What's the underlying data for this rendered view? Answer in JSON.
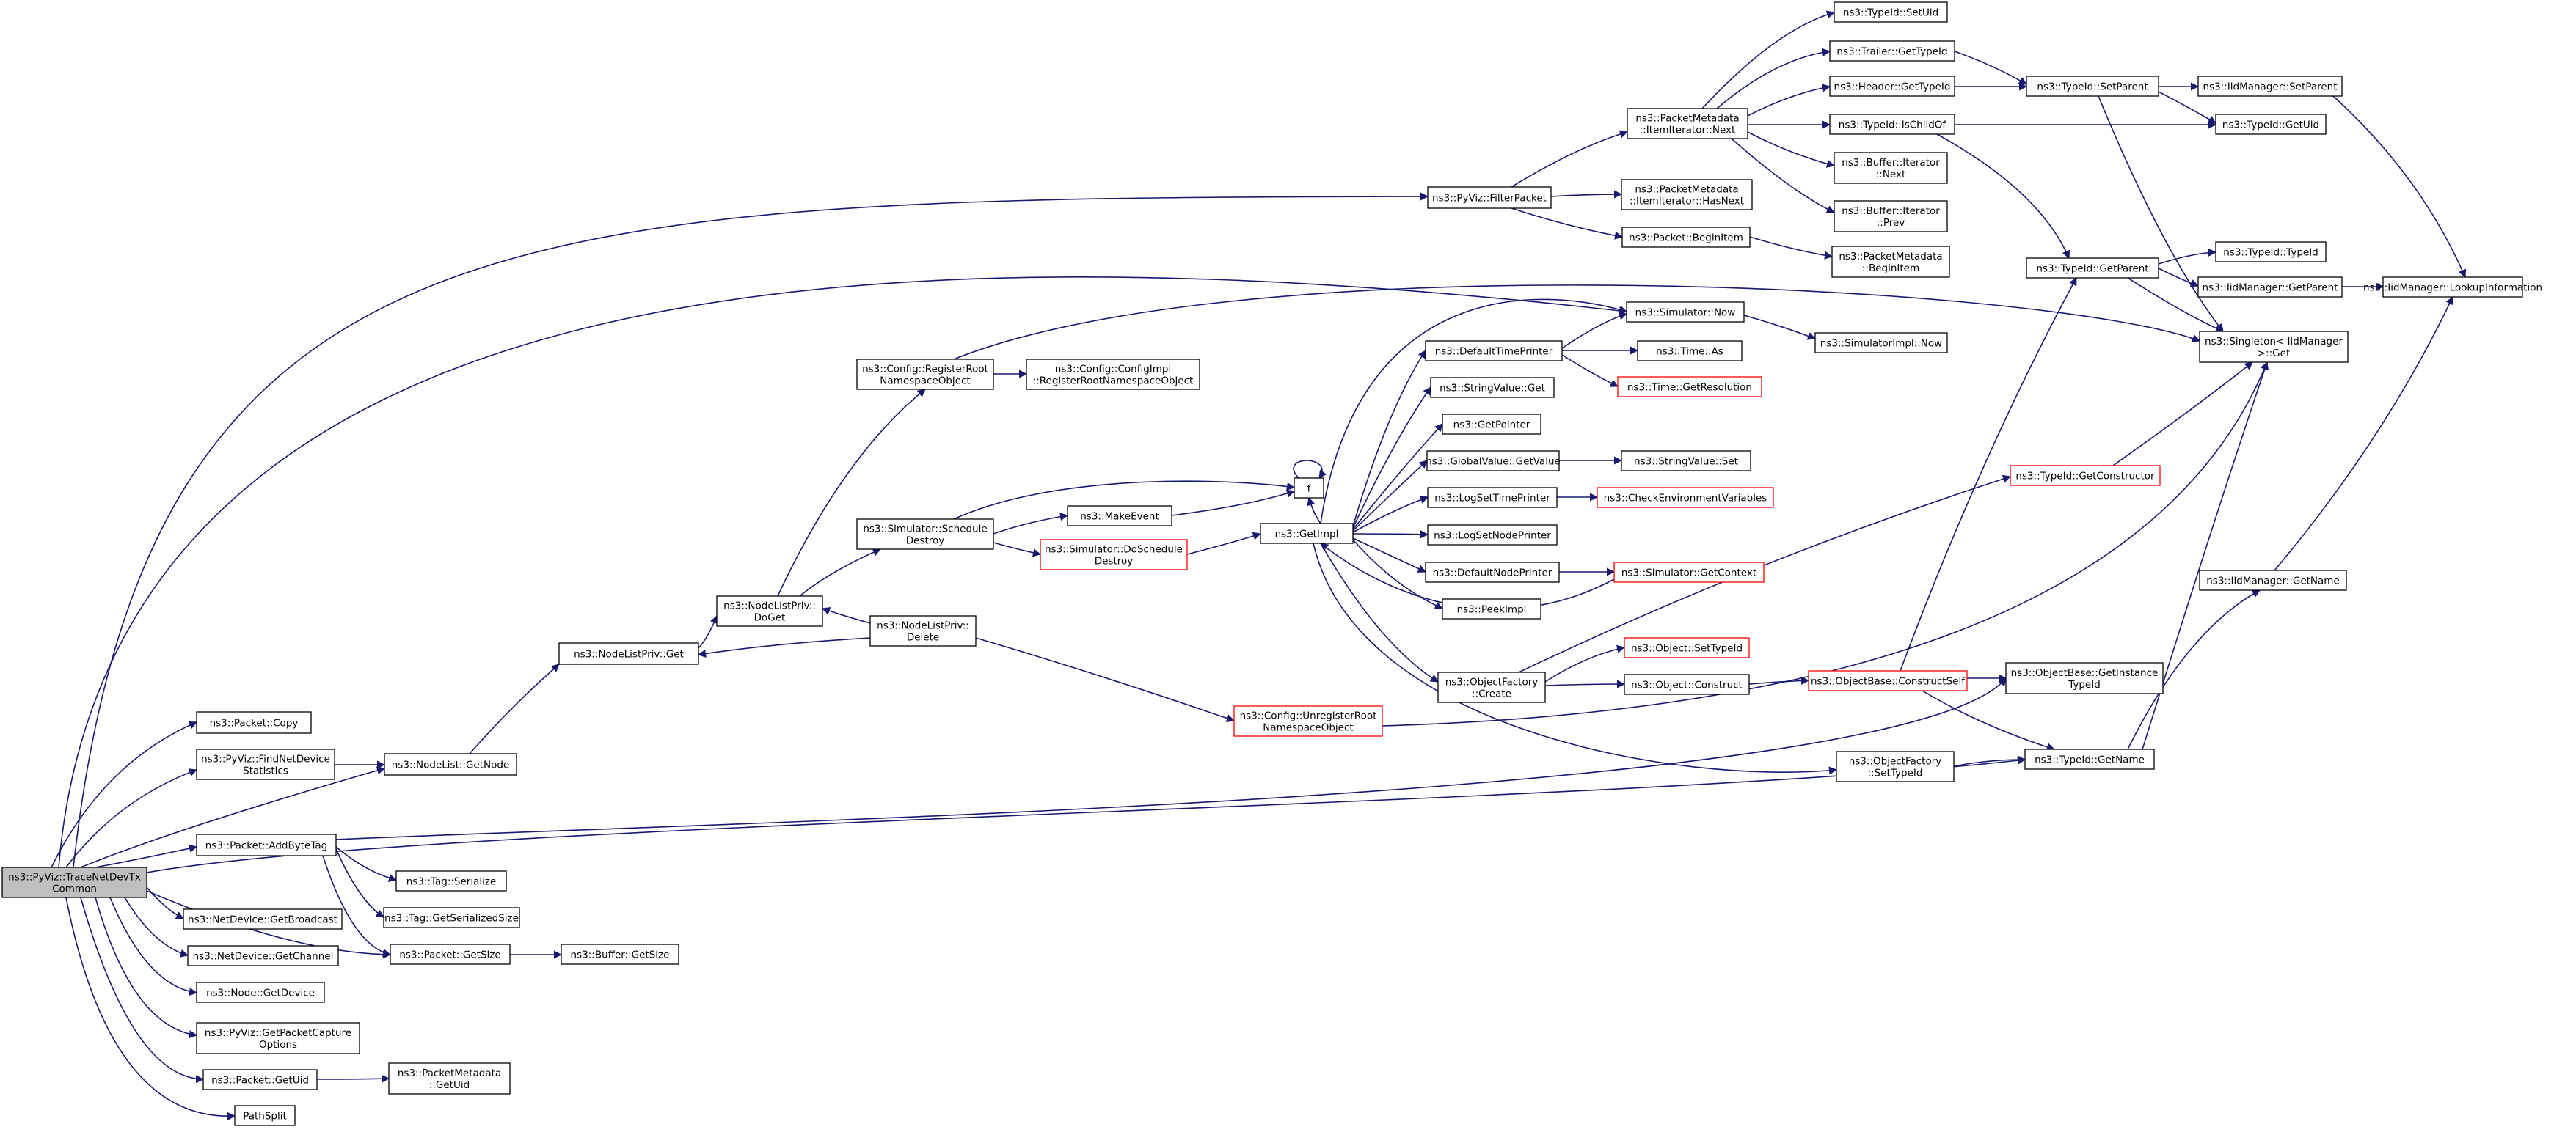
{
  "nodes": {
    "root": {
      "lines": [
        "ns3::PyViz::TraceNetDevTx",
        "Common"
      ],
      "style": "root"
    },
    "copy": {
      "lines": [
        "ns3::Packet::Copy"
      ]
    },
    "findnetdev": {
      "lines": [
        "ns3::PyViz::FindNetDevice",
        "Statistics"
      ]
    },
    "addbytetag": {
      "lines": [
        "ns3::Packet::AddByteTag"
      ]
    },
    "getbroadcast": {
      "lines": [
        "ns3::NetDevice::GetBroadcast"
      ]
    },
    "getchannel": {
      "lines": [
        "ns3::NetDevice::GetChannel"
      ]
    },
    "getdevice": {
      "lines": [
        "ns3::Node::GetDevice"
      ]
    },
    "getpcap": {
      "lines": [
        "ns3::PyViz::GetPacketCapture",
        "Options"
      ]
    },
    "getuid": {
      "lines": [
        "ns3::Packet::GetUid"
      ]
    },
    "pathsplit": {
      "lines": [
        "PathSplit"
      ]
    },
    "nodelistget": {
      "lines": [
        "ns3::NodeList::GetNode"
      ]
    },
    "tagserialize": {
      "lines": [
        "ns3::Tag::Serialize"
      ]
    },
    "taggetsersize": {
      "lines": [
        "ns3::Tag::GetSerializedSize"
      ]
    },
    "packetgetsize": {
      "lines": [
        "ns3::Packet::GetSize"
      ]
    },
    "pmgetuid": {
      "lines": [
        "ns3::PacketMetadata",
        "::GetUid"
      ]
    },
    "buffergetsize": {
      "lines": [
        "ns3::Buffer::GetSize"
      ]
    },
    "nlprivget": {
      "lines": [
        "ns3::NodeListPriv::Get"
      ]
    },
    "nlprivdoget": {
      "lines": [
        "ns3::NodeListPriv::",
        "DoGet"
      ]
    },
    "nlprivdelete": {
      "lines": [
        "ns3::NodeListPriv::",
        "Delete"
      ]
    },
    "cfgregister": {
      "lines": [
        "ns3::Config::RegisterRoot",
        "NamespaceObject"
      ]
    },
    "cfgimplregister": {
      "lines": [
        "ns3::Config::ConfigImpl",
        "::RegisterRootNamespaceObject"
      ]
    },
    "simschedule": {
      "lines": [
        "ns3::Simulator::Schedule",
        "Destroy"
      ]
    },
    "makeevent": {
      "lines": [
        "ns3::MakeEvent"
      ]
    },
    "f": {
      "lines": [
        "f"
      ]
    },
    "simdoschedule": {
      "lines": [
        "ns3::Simulator::DoSchedule",
        "Destroy"
      ],
      "style": "red"
    },
    "getimpl": {
      "lines": [
        "ns3::GetImpl"
      ]
    },
    "cfgunregister": {
      "lines": [
        "ns3::Config::UnregisterRoot",
        "NamespaceObject"
      ],
      "style": "red"
    },
    "pyvizfilter": {
      "lines": [
        "ns3::PyViz::FilterPacket"
      ]
    },
    "pmitnext": {
      "lines": [
        "ns3::PacketMetadata",
        "::ItemIterator::Next"
      ]
    },
    "pmithasnext": {
      "lines": [
        "ns3::PacketMetadata",
        "::ItemIterator::HasNext"
      ]
    },
    "packetbeginitem": {
      "lines": [
        "ns3::Packet::BeginItem"
      ]
    },
    "pmbeginitem": {
      "lines": [
        "ns3::PacketMetadata",
        "::BeginItem"
      ]
    },
    "typeidsetuid": {
      "lines": [
        "ns3::TypeId::SetUid"
      ]
    },
    "trailergettypeid": {
      "lines": [
        "ns3::Trailer::GetTypeId"
      ]
    },
    "headergettypeid": {
      "lines": [
        "ns3::Header::GetTypeId"
      ]
    },
    "typeidischildof": {
      "lines": [
        "ns3::TypeId::IsChildOf"
      ]
    },
    "bufitnext": {
      "lines": [
        "ns3::Buffer::Iterator",
        "::Next"
      ]
    },
    "bufitprev": {
      "lines": [
        "ns3::Buffer::Iterator",
        "::Prev"
      ]
    },
    "typeidsetparent": {
      "lines": [
        "ns3::TypeId::SetParent"
      ]
    },
    "iidsetparent": {
      "lines": [
        "ns3::IidManager::SetParent"
      ]
    },
    "typeidgetuid": {
      "lines": [
        "ns3::TypeId::GetUid"
      ]
    },
    "typeidgetparent": {
      "lines": [
        "ns3::TypeId::GetParent"
      ]
    },
    "typeidtypeid": {
      "lines": [
        "ns3::TypeId::TypeId"
      ]
    },
    "iidgetparent": {
      "lines": [
        "ns3::IidManager::GetParent"
      ]
    },
    "iidlookup": {
      "lines": [
        "ns3::IidManager::LookupInformation"
      ]
    },
    "singletonget": {
      "lines": [
        "ns3::Singleton< IidManager",
        ">::Get"
      ]
    },
    "simnow": {
      "lines": [
        "ns3::Simulator::Now"
      ]
    },
    "simimplnow": {
      "lines": [
        "ns3::SimulatorImpl::Now"
      ]
    },
    "defaulttimeprinter": {
      "lines": [
        "ns3::DefaultTimePrinter"
      ]
    },
    "timeas": {
      "lines": [
        "ns3::Time::As"
      ]
    },
    "timegetres": {
      "lines": [
        "ns3::Time::GetResolution"
      ],
      "style": "red"
    },
    "stringvalueget": {
      "lines": [
        "ns3::StringValue::Get"
      ]
    },
    "getpointer": {
      "lines": [
        "ns3::GetPointer"
      ]
    },
    "globalvalueget": {
      "lines": [
        "ns3::GlobalValue::GetValue"
      ]
    },
    "stringvalueset": {
      "lines": [
        "ns3::StringValue::Set"
      ]
    },
    "logsettime": {
      "lines": [
        "ns3::LogSetTimePrinter"
      ]
    },
    "checkenv": {
      "lines": [
        "ns3::CheckEnvironmentVariables"
      ],
      "style": "red"
    },
    "logsetnode": {
      "lines": [
        "ns3::LogSetNodePrinter"
      ]
    },
    "defaultnodeprinter": {
      "lines": [
        "ns3::DefaultNodePrinter"
      ]
    },
    "simgetcontext": {
      "lines": [
        "ns3::Simulator::GetContext"
      ],
      "style": "red"
    },
    "peekimpl": {
      "lines": [
        "ns3::PeekImpl"
      ]
    },
    "objfactorycreate": {
      "lines": [
        "ns3::ObjectFactory",
        "::Create"
      ]
    },
    "objsettypeid": {
      "lines": [
        "ns3::Object::SetTypeId"
      ],
      "style": "red"
    },
    "objconstruct": {
      "lines": [
        "ns3::Object::Construct"
      ]
    },
    "objbaseconstructself": {
      "lines": [
        "ns3::ObjectBase::ConstructSelf"
      ],
      "style": "red"
    },
    "objbasegetinstance": {
      "lines": [
        "ns3::ObjectBase::GetInstance",
        "TypeId"
      ]
    },
    "typeidgetctor": {
      "lines": [
        "ns3::TypeId::GetConstructor"
      ],
      "style": "red"
    },
    "iidgetname": {
      "lines": [
        "ns3::IidManager::GetName"
      ]
    },
    "objfactorysettypeid": {
      "lines": [
        "ns3::ObjectFactory",
        "::SetTypeId"
      ]
    },
    "typeidgetname": {
      "lines": [
        "ns3::TypeId::GetName"
      ]
    }
  },
  "colors": {
    "edge": "#191970",
    "node_border": "#000000",
    "node_border_red": "#ff0000",
    "root_fill": "#bfbfbf",
    "text": "#000000"
  }
}
